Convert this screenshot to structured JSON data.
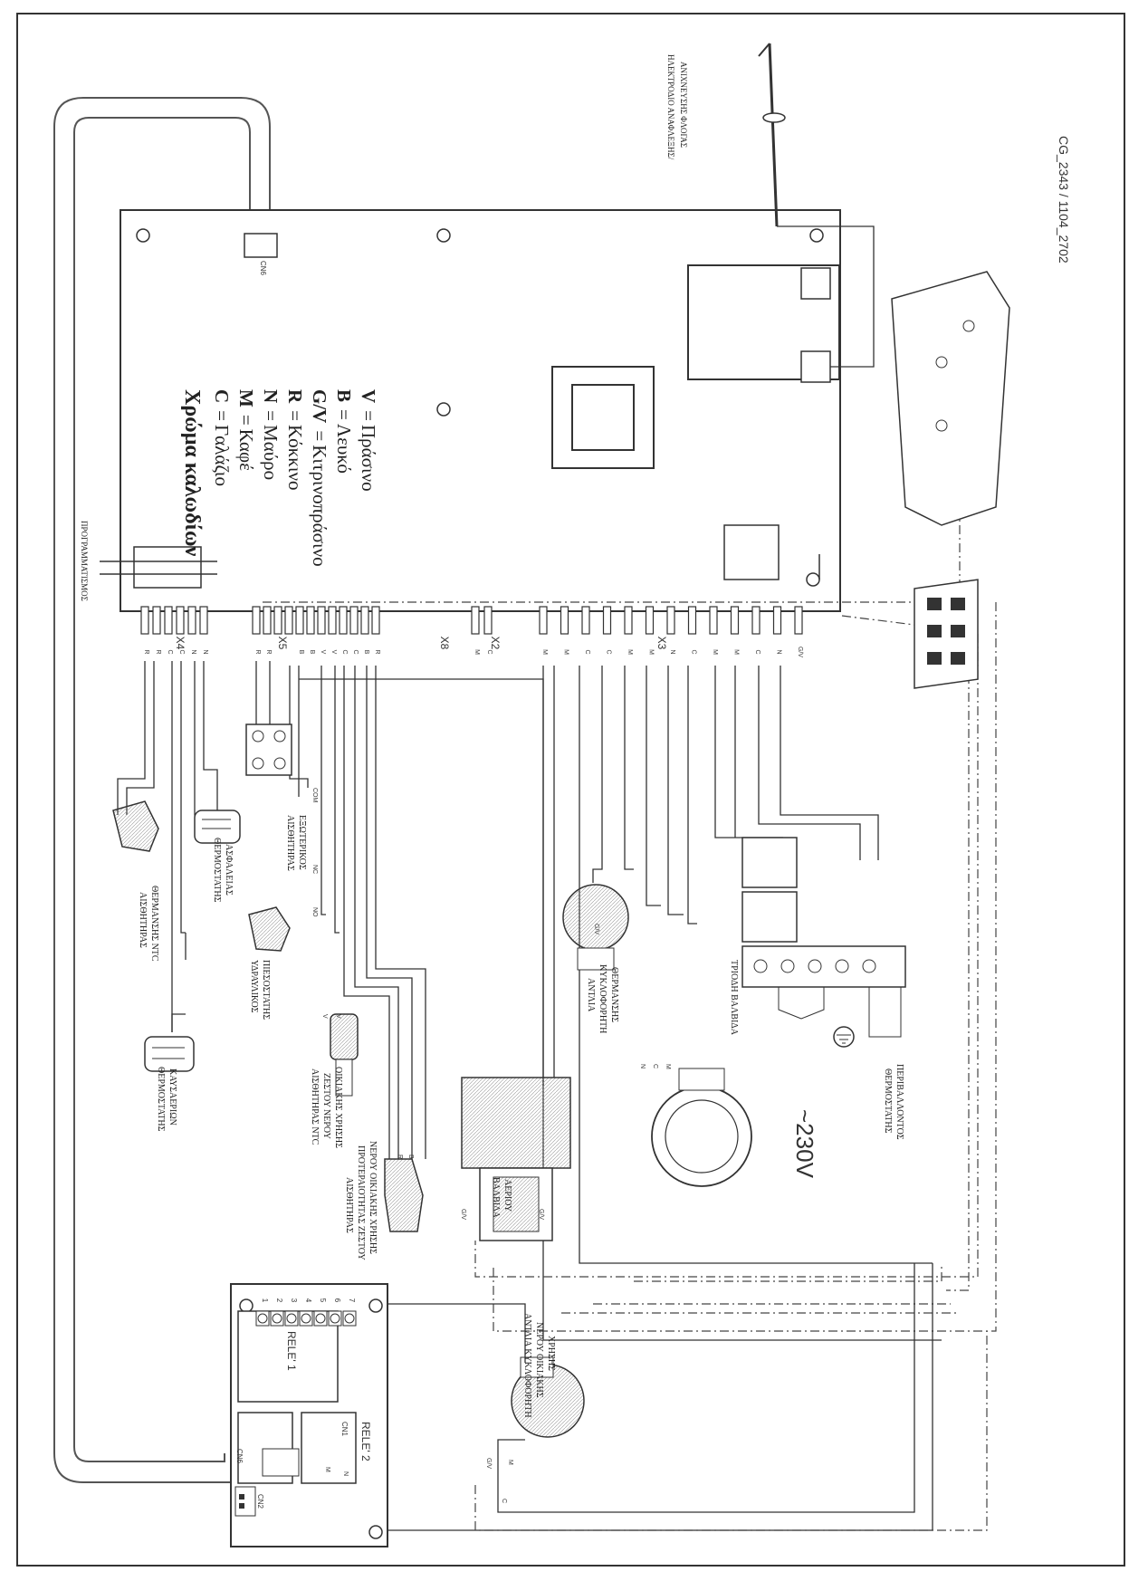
{
  "legend": {
    "title": "Χρώμα καλωδίων",
    "items": [
      {
        "code": "C",
        "eq": "=",
        "name": "Γαλάζιο"
      },
      {
        "code": "M",
        "eq": "=",
        "name": "Καφέ"
      },
      {
        "code": "N",
        "eq": "=",
        "name": "Μαύρο"
      },
      {
        "code": "R",
        "eq": "=",
        "name": "Κόκκινο"
      },
      {
        "code": "G/V",
        "eq": "=",
        "name": "Κιτρινοπράσινο"
      },
      {
        "code": "B",
        "eq": "=",
        "name": "Λευκό"
      },
      {
        "code": "V",
        "eq": "=",
        "name": "Πράσινο"
      }
    ]
  },
  "reference": "CG_2343 / 1104_2702",
  "voltage": "~230V",
  "labels": {
    "electrode_1": "ΗΛΕΚΤΡΟΔΙΟ ΑΝΑΦΛΕΞΗΣ/",
    "electrode_2": "ΑΝΙΧΝΕΥΣΗΣ ΦΛΟΓΑΣ",
    "programming": "ΠΡΟΓΡΑΜΜΑΤΙΣΜΟΣ",
    "ntc_heat_1": "ΑΙΣΘΗΤΗΡΑΣ",
    "ntc_heat_2": "ΘΕΡΜΑΝΣΗΣ NTC",
    "safety_thermo_1": "ΘΕΡΜΟΣΤΑΤΗΣ",
    "safety_thermo_2": "ΑΣΦΑΛΕΙΑΣ",
    "flue_thermo_1": "ΘΕΡΜΟΣΤΑΤΗΣ",
    "flue_thermo_2": "ΚΑΥΣΑΕΡΙΩΝ",
    "hydraulic_1": "ΥΔΡΑΥΛΙΚΟΣ",
    "hydraulic_2": "ΠΙΕΣΟΣΤΑΤΗΣ",
    "external_1": "ΑΙΣΘΗΤΗΡΑΣ",
    "external_2": "ΕΞΩΤΕΡΙΚΟΣ",
    "dhw_ntc_1": "ΑΙΣΘΗΤΗΡΑΣ NTC",
    "dhw_ntc_2": "ΖΕΣΤΟΥ ΝΕΡΟΥ",
    "dhw_ntc_3": "ΟΙΚΙΑΚΗΣ ΧΡΗΣΗΣ",
    "priority_1": "ΑΙΣΘΗΤΗΡΑΣ",
    "priority_2": "ΠΡΟΤΕΡΑΙΟΤΗΤΑΣ ΖΕΣΤΟΥ",
    "priority_3": "ΝΕΡΟΥ ΟΙΚΙΑΚΗΣ ΧΡΗΣΗΣ",
    "gas_valve_1": "ΒΑΛΒΙΔΑ",
    "gas_valve_2": "ΑΕΡΙΟΥ",
    "heat_pump_1": "ΑΝΤΛΙΑ",
    "heat_pump_2": "ΚΥΚΛΟΦΟΡΗΤΗ",
    "heat_pump_3": "ΘΕΡΜΑΝΣΗΣ",
    "three_way": "ΤΡΙΟΔΗ ΒΑΛΒΙΔΑ",
    "room_thermo_1": "ΘΕΡΜΟΣΤΑΤΗΣ",
    "room_thermo_2": "ΠΕΡΙΒΑΛΛΟΝΤΟΣ",
    "dhw_pump_1": "ΑΝΤΛΙΑ ΚΥΚΛΟΦΟΡΗΤΗ",
    "dhw_pump_2": "ΝΕΡΟΥ ΟΙΚΙΑΚΗΣ",
    "dhw_pump_3": "ΧΡΗΣΗΣ"
  },
  "connectors": {
    "x4": "X4",
    "x5": "X5",
    "x8": "X8",
    "x2": "X2",
    "x3": "X3",
    "cn6_main": "CN6",
    "cn6_relay": "CN6",
    "cn2": "CN2",
    "cn1": "CN1",
    "rele1": "RELE' 1",
    "rele2": "RELE' 2",
    "no": "NO",
    "nc": "NC",
    "com": "COM"
  },
  "x4_pins": [
    "R",
    "R",
    "C",
    "C",
    "N",
    "N"
  ],
  "x5_pins": [
    "R",
    "R",
    "",
    "",
    "B",
    "B",
    "V",
    "V",
    "C",
    "C",
    "B",
    "R"
  ],
  "x2_pins": [
    "M",
    "C"
  ],
  "x3_pins": [
    "M",
    "M",
    "C",
    "C",
    "M",
    "M",
    "N",
    "C",
    "M",
    "M",
    "C",
    "N",
    "G/V"
  ],
  "terminal_pins": [
    "M",
    "C",
    "C",
    "",
    "N",
    "N"
  ],
  "relay_pins": [
    "1",
    "2",
    "3",
    "4",
    "5",
    "6",
    "7"
  ],
  "wire_tags": {
    "gv": "G/V",
    "m": "M",
    "c": "C",
    "n": "N",
    "v": "V",
    "b": "B",
    "r": "R"
  }
}
